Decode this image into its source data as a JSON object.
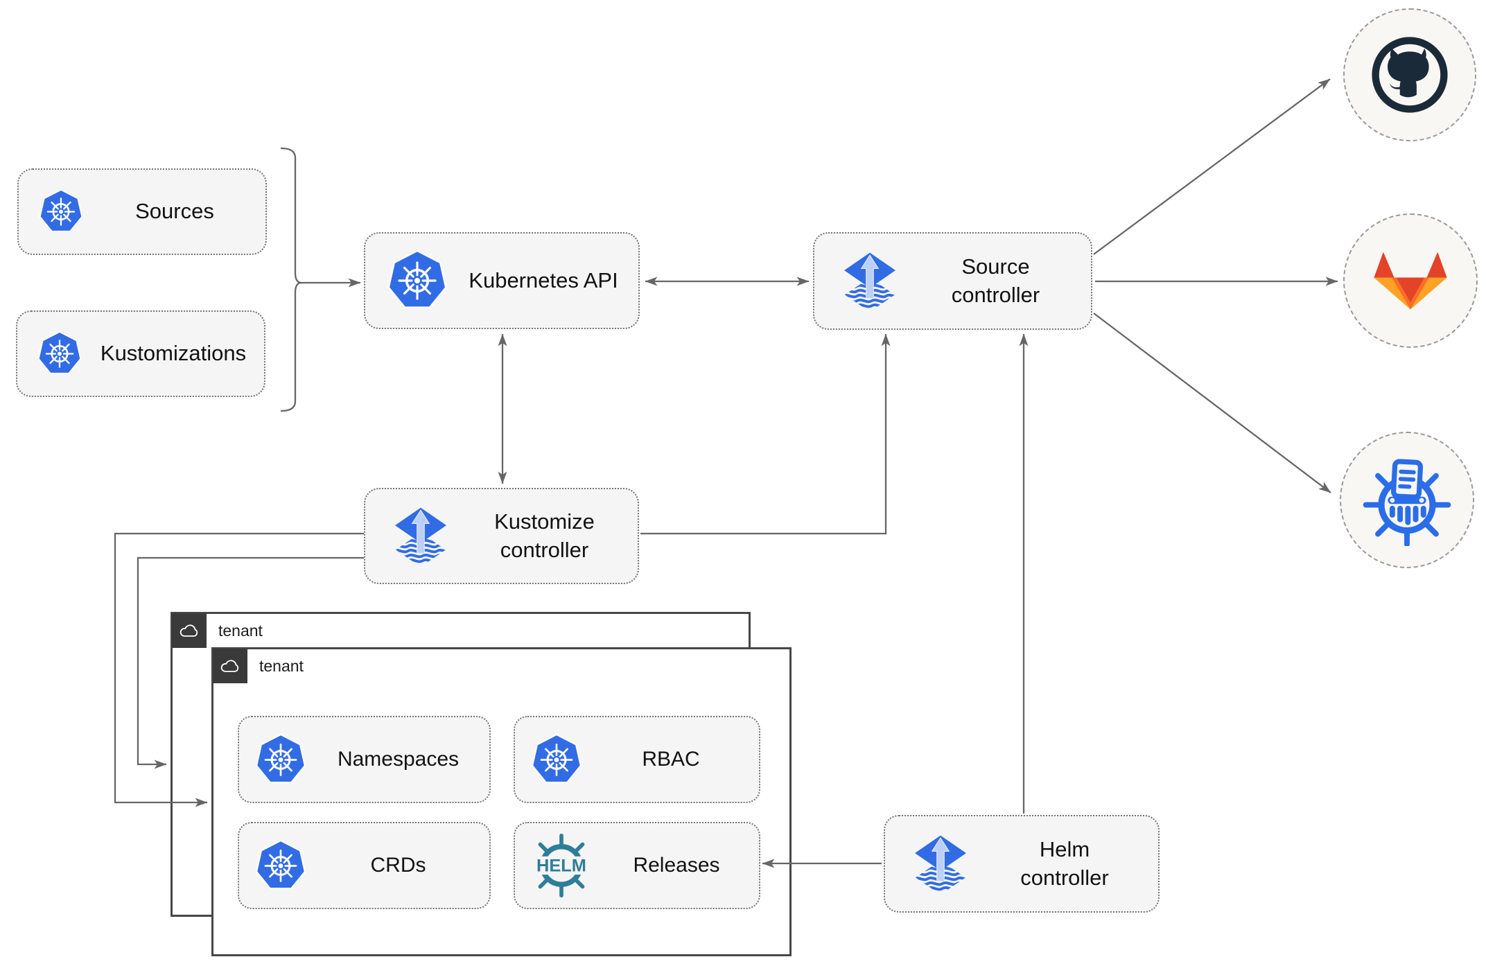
{
  "diagram": {
    "description": "Flux GitOps architecture diagram",
    "nodes": {
      "sources": {
        "label": "Sources",
        "icon": "kubernetes-icon"
      },
      "kustomizations": {
        "label": "Kustomizations",
        "icon": "kubernetes-icon"
      },
      "kubernetes_api": {
        "label": "Kubernetes API",
        "icon": "kubernetes-icon"
      },
      "source_controller": {
        "label": "Source controller",
        "icon": "flux-icon"
      },
      "kustomize_controller": {
        "label": "Kustomize controller",
        "icon": "flux-icon"
      },
      "helm_controller": {
        "label": "Helm controller",
        "icon": "flux-icon"
      },
      "namespaces": {
        "label": "Namespaces",
        "icon": "kubernetes-icon"
      },
      "rbac": {
        "label": "RBAC",
        "icon": "kubernetes-icon"
      },
      "crds": {
        "label": "CRDs",
        "icon": "kubernetes-icon"
      },
      "releases": {
        "label": "Releases",
        "logo_text": "HELM",
        "icon": "helm-icon"
      }
    },
    "tenants": [
      {
        "label": "tenant",
        "icon": "cloud-icon"
      },
      {
        "label": "tenant",
        "icon": "cloud-icon"
      }
    ],
    "endpoints": [
      {
        "name": "github",
        "icon": "github-icon"
      },
      {
        "name": "gitlab",
        "icon": "gitlab-icon"
      },
      {
        "name": "manifest-registry",
        "icon": "manifest-wheel-icon"
      }
    ],
    "edges": [
      {
        "from": "sources+kustomizations",
        "to": "kubernetes_api",
        "arrows": "end"
      },
      {
        "from": "kubernetes_api",
        "to": "source_controller",
        "arrows": "both"
      },
      {
        "from": "kubernetes_api",
        "to": "kustomize_controller",
        "arrows": "both"
      },
      {
        "from": "kustomize_controller",
        "to": "source_controller",
        "arrows": "end"
      },
      {
        "from": "kustomize_controller",
        "to": "tenant-outer",
        "arrows": "end"
      },
      {
        "from": "kustomize_controller",
        "to": "tenant-inner",
        "arrows": "end"
      },
      {
        "from": "helm_controller",
        "to": "source_controller",
        "arrows": "end"
      },
      {
        "from": "helm_controller",
        "to": "releases",
        "arrows": "end"
      },
      {
        "from": "source_controller",
        "to": "github",
        "arrows": "end"
      },
      {
        "from": "source_controller",
        "to": "gitlab",
        "arrows": "end"
      },
      {
        "from": "source_controller",
        "to": "manifest-registry",
        "arrows": "end"
      }
    ],
    "colors": {
      "kubernetes_blue": "#326CE5",
      "flux_blue": "#316CE4",
      "flux_arrow_light": "#BCCFF6",
      "helm_teal": "#2E7D9A",
      "github_dark": "#1B2A38",
      "gitlab_red": "#E24329",
      "gitlab_orange": "#FC6D26",
      "gitlab_yellow": "#FCA326",
      "connector_gray": "#666666",
      "node_fill": "#F5F5F5",
      "tenant_badge_dark": "#3A3A3A"
    }
  }
}
